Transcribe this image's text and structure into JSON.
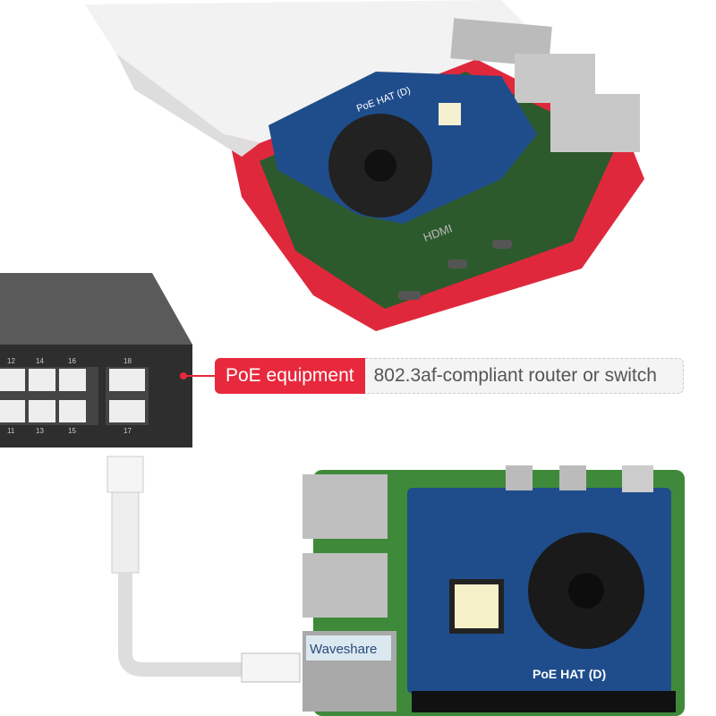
{
  "callout": {
    "tag": "PoE equipment",
    "description": "802.3af-compliant router or switch",
    "tag_color": "#e8283c"
  },
  "switch": {
    "port_numbers_top": [
      "12",
      "14",
      "16",
      "18"
    ],
    "port_numbers_bottom": [
      "11",
      "13",
      "15",
      "17"
    ]
  },
  "board_top": {
    "hat_label": "PoE HAT (D)",
    "hdmi_label": "HDMI"
  },
  "board_bottom": {
    "hat_label": "PoE HAT (D)",
    "ethernet_label": "Waveshare"
  }
}
